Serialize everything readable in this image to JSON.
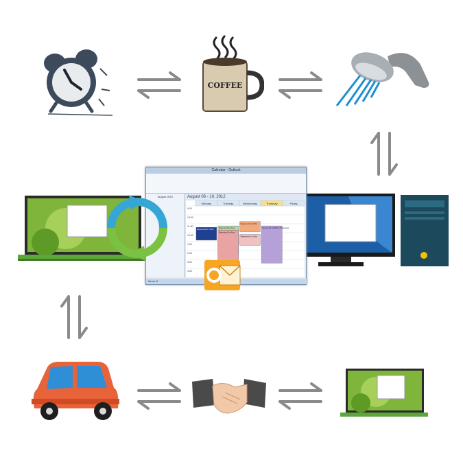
{
  "coffee_label": "COFFEE",
  "calendar": {
    "window_title": "Calendar - Outlook",
    "date_range": "August 06 - 10, 2012",
    "mini_month": "August 2012",
    "days": [
      "Monday",
      "Tuesday",
      "Wednesday",
      "Thursday",
      "Friday"
    ],
    "times": [
      "9:00",
      "10:00",
      "11:00",
      "12:00",
      "1:00",
      "2:00",
      "3:00",
      "4:00"
    ],
    "events": [
      {
        "label": "Reserved for John",
        "day": 0,
        "start": 0.3,
        "end": 0.48,
        "color": "#1f3f8f"
      },
      {
        "label": "Reserved for Amy",
        "day": 1,
        "start": 0.28,
        "end": 0.68,
        "color": "#b7d7a8"
      },
      {
        "label": "Reserved for Amy",
        "day": 1,
        "start": 0.34,
        "end": 0.84,
        "color": "#e8a3a3"
      },
      {
        "label": "Reserved for John",
        "day": 2,
        "start": 0.22,
        "end": 0.36,
        "color": "#f3a97b"
      },
      {
        "label": "Reserved for John",
        "day": 2,
        "start": 0.4,
        "end": 0.55,
        "color": "#f0c2c2"
      },
      {
        "label": "Reserved for Brian Shopping",
        "day": 3,
        "start": 0.28,
        "end": 0.8,
        "color": "#b5a0d8"
      }
    ],
    "status": "Items: 6"
  }
}
